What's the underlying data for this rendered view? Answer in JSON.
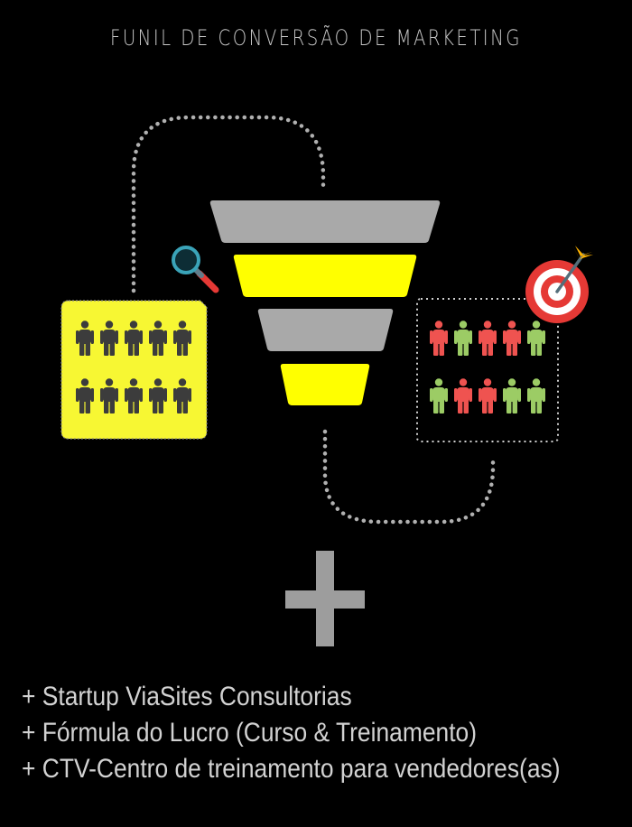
{
  "title": "FUNIL DE CONVERSÃO DE MARKETING",
  "colors": {
    "background": "#000000",
    "funnel_gray": "#a9a9a9",
    "funnel_yellow": "#ffff00",
    "leads_box": "#f7f733",
    "person_dark": "#3c3c3c",
    "person_red": "#ef5350",
    "person_green": "#9ccc65",
    "dots": "#b0b0b0",
    "target_red": "#e53935"
  },
  "icons": [
    "magnifier-icon",
    "target-icon",
    "people-icon",
    "plus-icon"
  ],
  "list": [
    "+ Startup ViaSites Consultorias",
    "+ Fórmula do Lucro (Curso & Treinamento)",
    "+ CTV-Centro de treinamento para vendedores(as)"
  ]
}
